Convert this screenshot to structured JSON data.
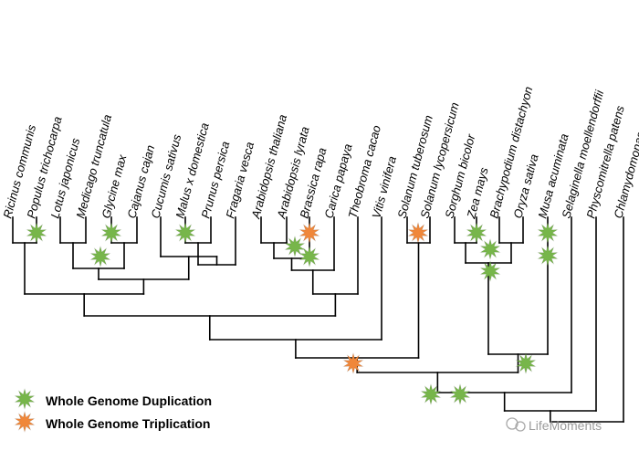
{
  "species": [
    "Ricinus communis",
    "Populus trichocarpa",
    "Lotus japonicus",
    "Medicago truncatula",
    "Glycine max",
    "Cajanus cajan",
    "Cucumis sativus",
    "Malus x domestica",
    "Prunus persica",
    "Fragaria vesca",
    "Arabidopsis thaliana",
    "Arabidopsis lyrata",
    "Brassica rapa",
    "Carica papaya",
    "Theobroma cacao",
    "Vitis vinifera",
    "Solanum tuberosum",
    "Solanum lycopersicum",
    "Sorghum bicolor",
    "Zea mays",
    "Brachypodium distachyon",
    "Oryza sativa",
    "Musa acuminata",
    "Selaginella moellendorffii",
    "Physcomitrella patens",
    "Chlamydomonas reinhardtii"
  ],
  "legend": {
    "duplication_label": "Whole Genome Duplication",
    "triplication_label": "Whole Genome Triplication"
  },
  "colors": {
    "duplication": "#77b64a",
    "triplication": "#f0873a",
    "branch": "#000000"
  },
  "watermark": "LifeMoments"
}
